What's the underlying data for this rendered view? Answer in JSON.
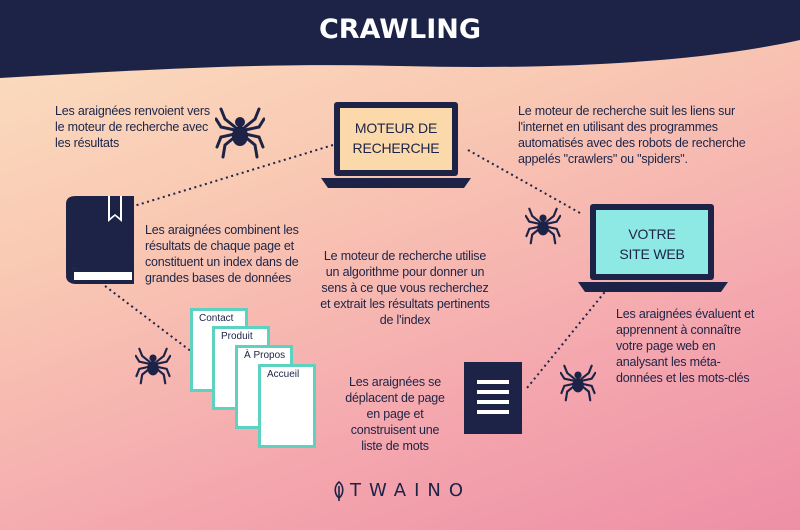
{
  "title": "CRAWLING",
  "nodes": {
    "search_engine": {
      "line1": "MOTEUR DE",
      "line2": "RECHERCHE"
    },
    "website": {
      "line1": "VOTRE",
      "line2": "SITE WEB"
    }
  },
  "captions": {
    "spiders_return": "Les araignées renvoient vers le moteur de recherche avec les résultats",
    "engine_follows": "Le moteur de recherche suit les liens sur l'internet en utilisant des programmes automatisés avec des robots de recherche appelés \"crawlers\" ou \"spiders\".",
    "spiders_combine": "Les araignées combinent les résultats de chaque page et constituent un index dans de grandes bases de données",
    "engine_algorithm": "Le moteur de recherche utilise un algorithme pour donner un sens à ce que vous recherchez et extrait les résultats pertinents de l'index",
    "spiders_evaluate": "Les araignées évaluent et apprennent à connaître votre page web en analysant les méta-données et les mots-clés",
    "spiders_move": "Les araignées se déplacent de page en page et construisent une liste de mots"
  },
  "pages": [
    "Contact",
    "Produit",
    "À Propos",
    "Accueil"
  ],
  "brand": "TWAINO",
  "colors": {
    "navy": "#1c2347",
    "teal": "#5ed2c0",
    "screen_peach": "#fcd9ab",
    "screen_cyan": "#8ee9e4"
  },
  "icons": [
    "spider-icon",
    "laptop-icon",
    "book-icon",
    "document-icon",
    "page-stack-icon",
    "leaf-logo-icon"
  ]
}
